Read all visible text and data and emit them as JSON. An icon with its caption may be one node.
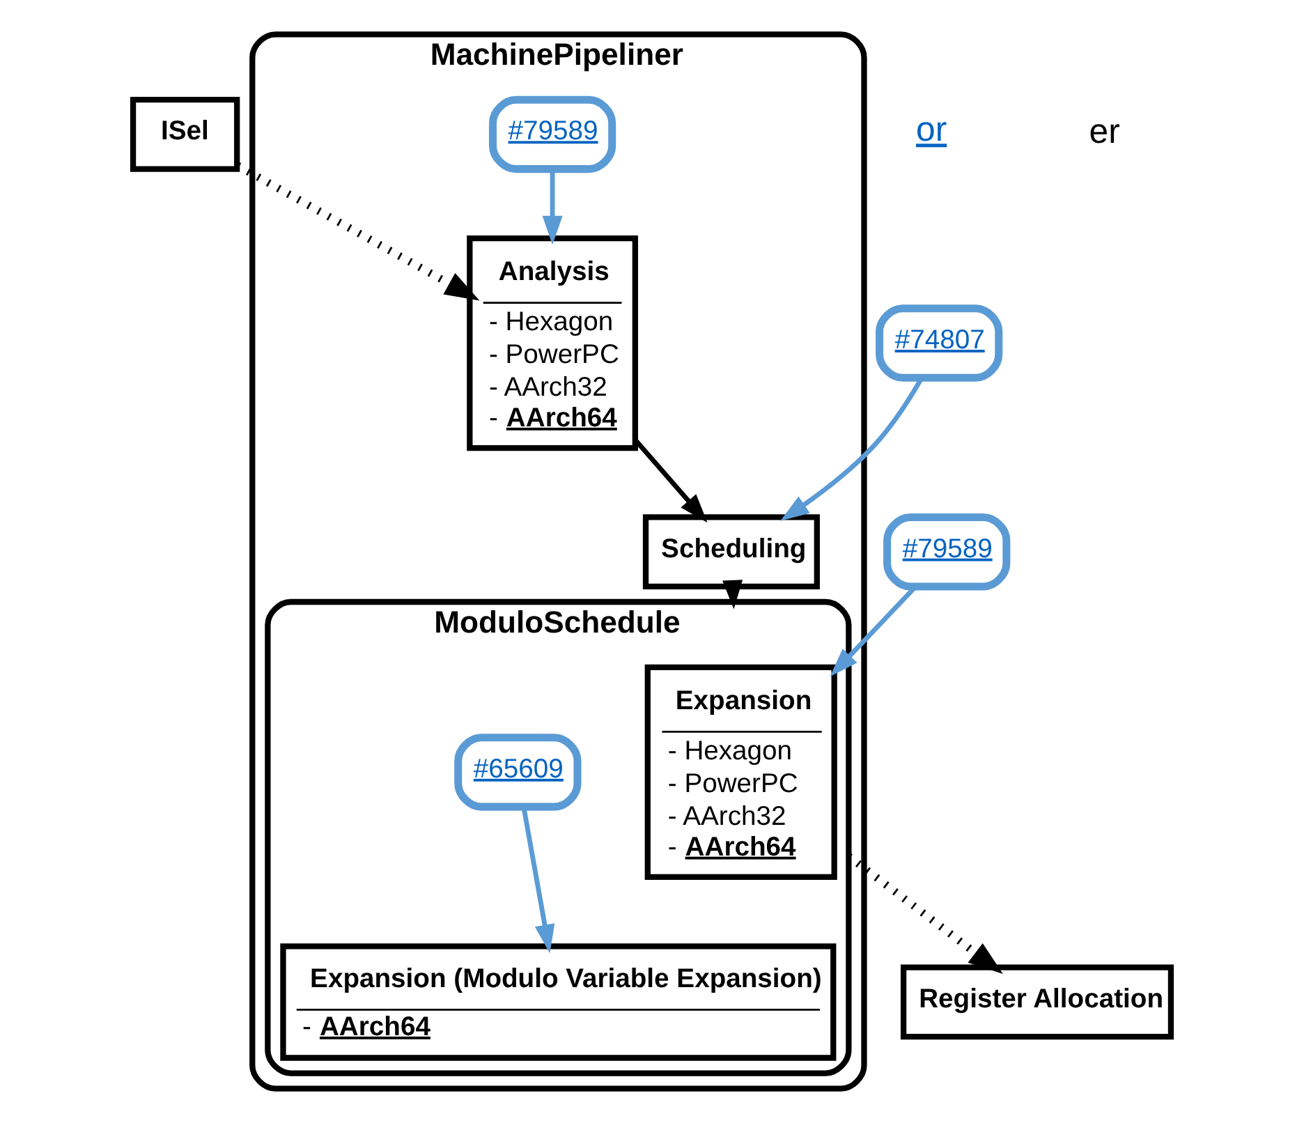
{
  "diagram": {
    "nodes": [
      {
        "text": [
          "ISel"
        ]
      },
      {
        "text": [
          "MachinePipeliner"
        ]
      },
      {
        "text": [
          "Analysis",
          "- Hexagon",
          "- PowerPC",
          "- AArch32",
          "- **AArch64**"
        ],
        "in": 1
      },
      {
        "text": [
          "#79589"
        ],
        "in": 1
      },
      {
        "text": [
          "#74807"
        ]
      },
      {
        "text": [
          "Scheduling"
        ],
        "in": 1
      },
      {
        "text": [
          "ModuloSchedule"
        ],
        "in": 1
      },
      {
        "text": [
          "Expansion",
          "- Hexagon",
          "- PowerPC",
          "- AArch32",
          "- **AArch64**"
        ],
        "in": 6
      },
      {
        "text": [
          "Expansion (Modulo Variable Expansion)",
          "- **AArch64**"
        ],
        "in": 6
      },
      {
        "text": [
          "#65609"
        ],
        "in": 6
      },
      {
        "text": [
          "#79589"
        ]
      },
      {
        "text": [
          "Register Allocation"
        ]
      }
    ],
    "edges": [
      {
        "from": 0,
        "to": 2,
        "arrow": "to",
        "style": "dashed",
        "color": "#000000"
      },
      {
        "from": 2,
        "to": 5,
        "arrow": "to",
        "color": "#000000"
      },
      {
        "from": 3,
        "to": 2,
        "arrow": "to",
        "color": "#5b9bd5"
      },
      {
        "from": 4,
        "to": 5,
        "arrow": "to",
        "color": "#5b9bd5"
      },
      {
        "from": 5,
        "to": 6,
        "arrow": "to",
        "color": "#000000"
      },
      {
        "from": 9,
        "to": 8,
        "arrow": "to",
        "color": "#5b9bd5"
      },
      {
        "from": 10,
        "to": 7,
        "arrow": "to",
        "color": "#5b9bd5"
      },
      {
        "from": 6,
        "to": 11,
        "arrow": "to",
        "style": "dashed",
        "color": "#000000"
      }
    ],
    "labels": [
      "or",
      "er"
    ]
  }
}
